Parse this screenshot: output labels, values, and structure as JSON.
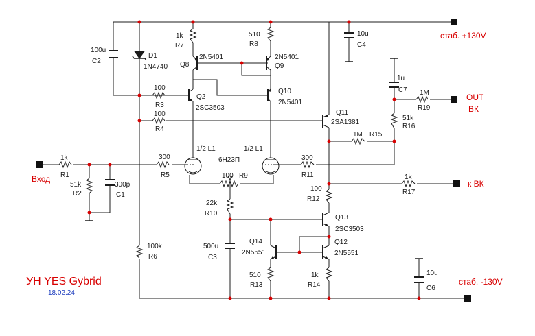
{
  "title": {
    "main": "УН  YES Gybrid",
    "date": "18.02.24"
  },
  "ports": {
    "vplus": "стаб. +130V",
    "vminus": "стаб. -130V",
    "input": "Вход",
    "out": "OUT",
    "out2": "ВК",
    "kvk": "к ВК"
  },
  "parts": {
    "R1": {
      "ref": "R1",
      "val": "1k"
    },
    "R2": {
      "ref": "R2",
      "val": "51k"
    },
    "C1": {
      "ref": "C1",
      "val": "300p"
    },
    "R3": {
      "ref": "R3",
      "val": "100"
    },
    "R4": {
      "ref": "R4",
      "val": "100"
    },
    "R5": {
      "ref": "R5",
      "val": "300"
    },
    "R6": {
      "ref": "R6",
      "val": "100k"
    },
    "R7": {
      "ref": "R7",
      "val": "1k"
    },
    "R8": {
      "ref": "R8",
      "val": "510"
    },
    "R9": {
      "ref": "R9",
      "val": "100"
    },
    "R10": {
      "ref": "R10",
      "val": "22k"
    },
    "R11": {
      "ref": "R11",
      "val": "300"
    },
    "R12": {
      "ref": "R12",
      "val": "100"
    },
    "R13": {
      "ref": "R13",
      "val": "510"
    },
    "R14": {
      "ref": "R14",
      "val": "1k"
    },
    "R15": {
      "ref": "R15",
      "val": "1M"
    },
    "R16": {
      "ref": "R16",
      "val": "51k"
    },
    "R17": {
      "ref": "R17",
      "val": "1k"
    },
    "R19": {
      "ref": "R19",
      "val": "1M"
    },
    "C2": {
      "ref": "C2",
      "val": "100u"
    },
    "C3": {
      "ref": "C3",
      "val": "500u"
    },
    "C4": {
      "ref": "C4",
      "val": "10u"
    },
    "C6": {
      "ref": "C6",
      "val": "10u"
    },
    "C7": {
      "ref": "C7",
      "val": "1u"
    },
    "D1": {
      "ref": "D1",
      "val": "1N4740"
    },
    "Q2": {
      "ref": "Q2",
      "val": "2SC3503"
    },
    "Q8": {
      "ref": "Q8",
      "val": "2N5401"
    },
    "Q9": {
      "ref": "Q9",
      "val": "2N5401"
    },
    "Q10": {
      "ref": "Q10",
      "val": "2N5401"
    },
    "Q11": {
      "ref": "Q11",
      "val": "2SA1381"
    },
    "Q12": {
      "ref": "Q12",
      "val": "2N5551"
    },
    "Q13": {
      "ref": "Q13",
      "val": "2SC3503"
    },
    "Q14": {
      "ref": "Q14",
      "val": "2N5551"
    },
    "L1a": {
      "ref": "1/2 L1"
    },
    "L1b": {
      "ref": "1/2 L1",
      "val": "6Н23П"
    }
  }
}
